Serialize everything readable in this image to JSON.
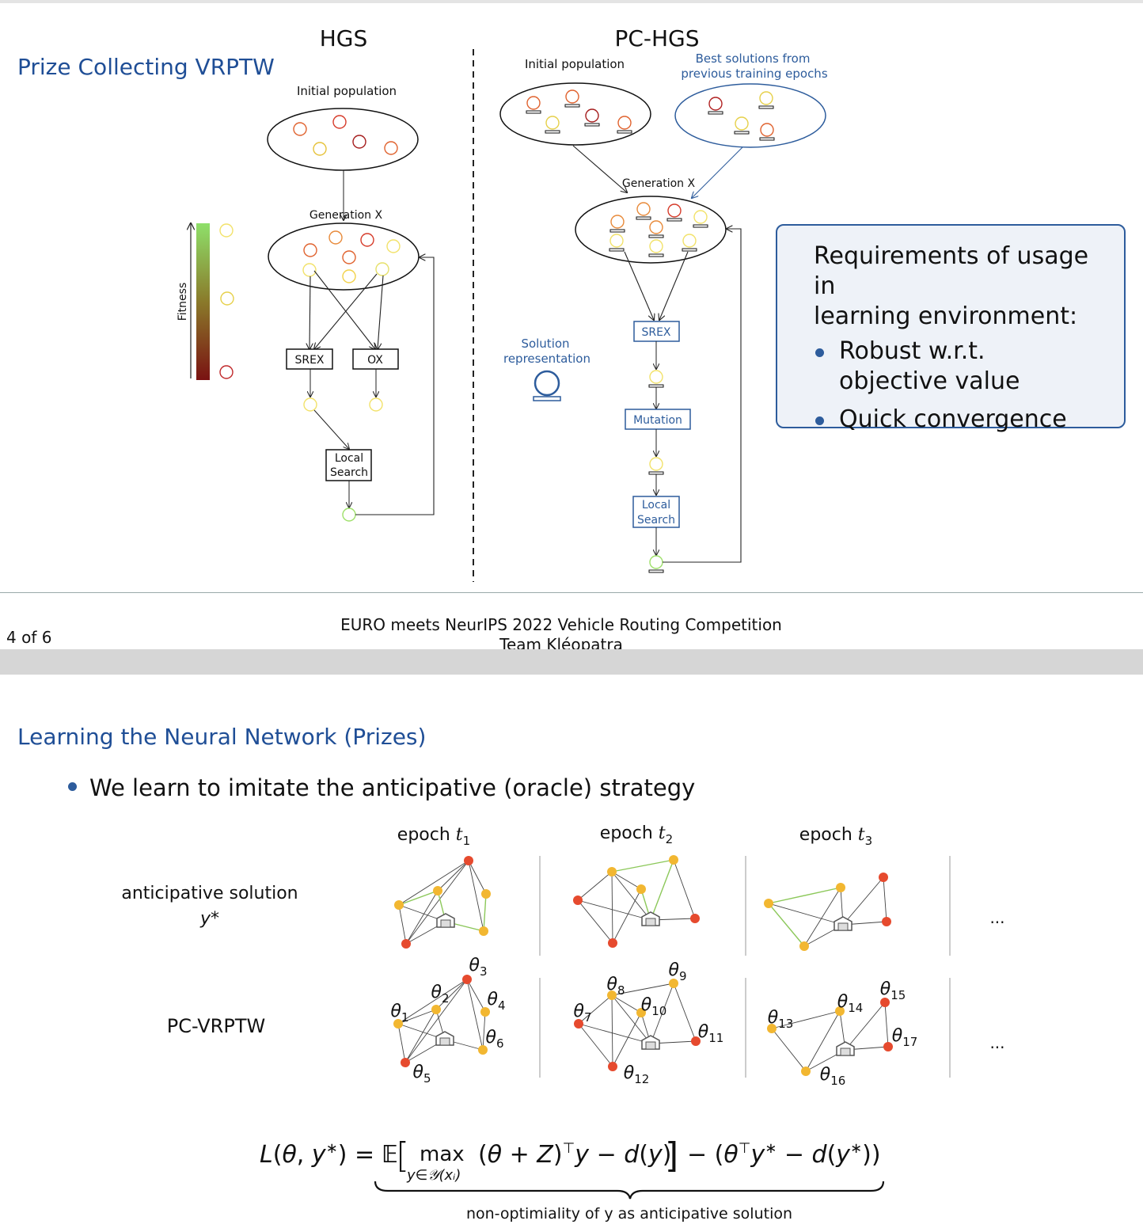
{
  "slide1": {
    "title": "Prize Collecting VRPTW",
    "hgs": {
      "heading": "HGS",
      "initial_population": "Initial population",
      "generation": "Generation X",
      "srex": "SREX",
      "ox": "OX",
      "local_search_line1": "Local",
      "local_search_line2": "Search",
      "fitness_label": "Fitness"
    },
    "pchgs": {
      "heading": "PC-HGS",
      "initial_population": "Initial population",
      "best_solutions_line1": "Best solutions from",
      "best_solutions_line2": "previous training epochs",
      "generation": "Generation X",
      "srex": "SREX",
      "mutation": "Mutation",
      "local_search_line1": "Local",
      "local_search_line2": "Search",
      "solution_repr_line1": "Solution",
      "solution_repr_line2": "representation"
    },
    "requirements": {
      "heading_line1": "Requirements of usage in",
      "heading_line2": "learning environment:",
      "items": [
        "Robust w.r.t.  objective value",
        "Quick convergence"
      ]
    },
    "footer": {
      "page": "4 of 6",
      "line1": "EURO meets NeurIPS 2022 Vehicle Routing Competition",
      "line2": "Team Kléopatra"
    }
  },
  "slide2": {
    "title": "Learning the Neural Network (Prizes)",
    "bullet": "We learn to imitate the anticipative (oracle) strategy",
    "epochs": [
      {
        "label": "epoch",
        "sub": "1"
      },
      {
        "label": "epoch",
        "sub": "2"
      },
      {
        "label": "epoch",
        "sub": "3"
      }
    ],
    "row1_label_line1": "anticipative solution",
    "row1_label_line2": "y*",
    "row2_label": "PC-VRPTW",
    "ellipsis": "...",
    "thetas": [
      "1",
      "2",
      "3",
      "4",
      "5",
      "6",
      "7",
      "8",
      "9",
      "10",
      "11",
      "12",
      "13",
      "14",
      "15",
      "16",
      "17"
    ],
    "underbrace_text": "non-optimiality of y as anticipative solution"
  },
  "colors": {
    "title_blue": "#1f4e96",
    "node_red": "#e64a2e",
    "node_yellow": "#f2b731",
    "route_green": "#8cc85a"
  }
}
